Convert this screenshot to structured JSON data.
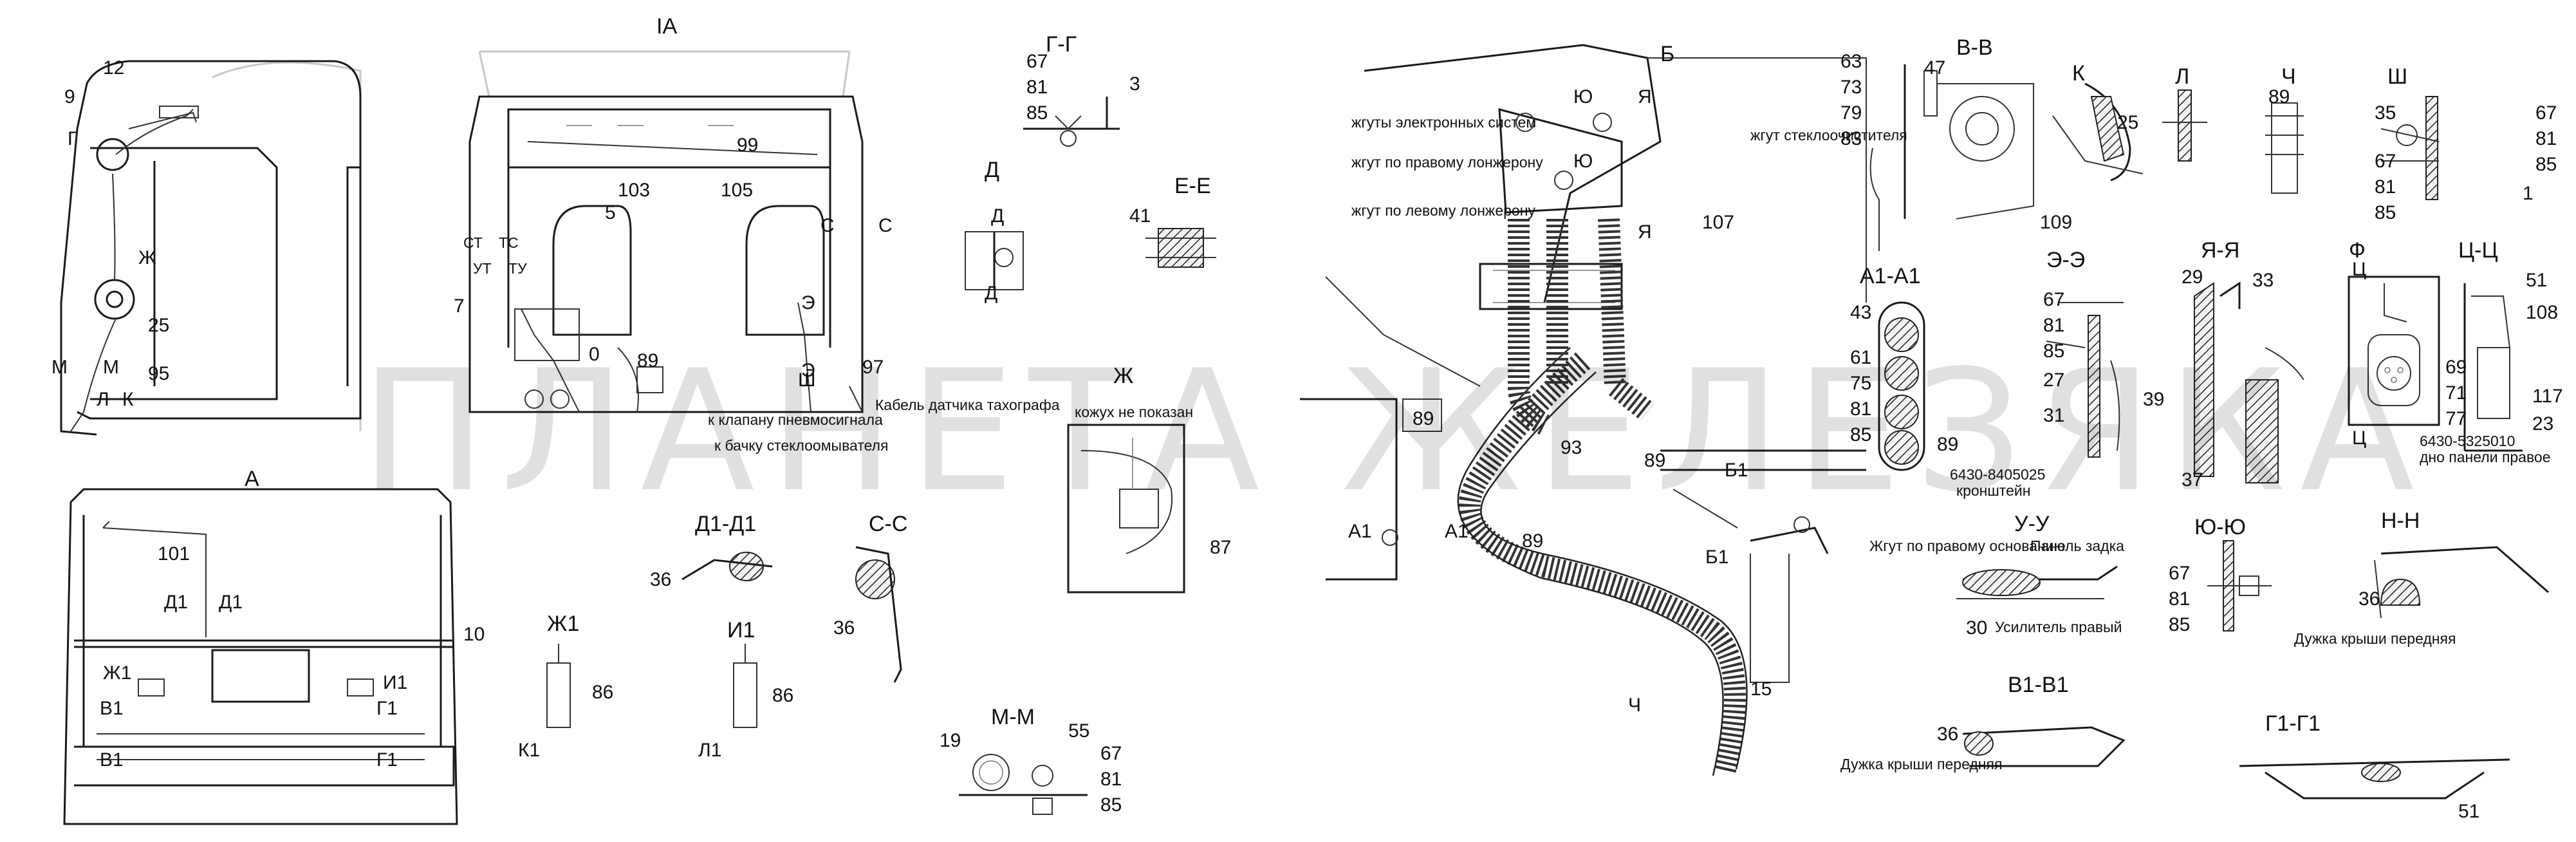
{
  "watermark": "ПЛАНЕТА ЖЕЛЕЗЯКА",
  "sections": {
    "IA": "IA",
    "A": "A",
    "B": "Б",
    "G_G": "Г-Г",
    "D": "Д",
    "E_E": "Е-Е",
    "D1_D1": "Д1-Д1",
    "S_S": "С-С",
    "Zh1": "Ж1",
    "I1": "И1",
    "M_M": "М-М",
    "Zh": "Ж",
    "V_V": "В-В",
    "K": "К",
    "L": "Л",
    "Ch": "Ч",
    "Sh": "Ш",
    "A1_A1": "А1-А1",
    "E2_E2": "Э-Э",
    "Ya_Ya": "Я-Я",
    "F": "Ф",
    "Ts_Ts": "Ц-Ц",
    "U_U": "У-У",
    "Yu_Yu": "Ю-Ю",
    "N_N": "Н-Н",
    "V1_V1": "В1-В1",
    "G1_G1": "Г1-Г1"
  },
  "texts": {
    "harness_electronic": "жгуты электронных систем",
    "harness_right": "жгут по правому лонжерону",
    "harness_left": "жгут по левому лонжерону",
    "harness_wiper": "жгут стеклоочистителя",
    "valve": "к клапану пневмосигнала",
    "tank": "к бачку стеклоомывателя",
    "tacho": "Кабель датчика тахографа",
    "cover": "кожух не показан",
    "bracket_code": "6430-8405025",
    "bracket": "кронштейн",
    "harness_base": "Жгут по правому основанию",
    "rear_panel": "Панель задка",
    "amplifier": "Усилитель правый",
    "roof_arch": "Дужка крыши передняя",
    "roof_arch2": "Дужка крыши передняя",
    "floor_code": "6430-5325010",
    "floor": "дно панели правое"
  },
  "marks": {
    "G": "Г",
    "Zh": "Ж",
    "M": "М",
    "L": "Л",
    "K": "К",
    "ST": "СТ",
    "TS": "ТС",
    "UT": "УТ",
    "TU": "ТУ",
    "CC": "С",
    "Sh": "Ш",
    "E": "Э",
    "Yu": "Ю",
    "Ya": "Я",
    "A1": "А1",
    "B1": "Б1",
    "Ch": "Ч",
    "D1": "Д1",
    "Zh1": "Ж1",
    "I1": "И1",
    "V1": "В1",
    "G1": "Г1",
    "K1": "К1",
    "L1": "Л1",
    "D": "Д",
    "Ts": "Ц"
  },
  "callouts": {
    "n9": "9",
    "n12": "12",
    "n25a": "25",
    "n95": "95",
    "n5": "5",
    "n99": "99",
    "n103": "103",
    "n105": "105",
    "n7": "7",
    "n89a": "89",
    "n97": "97",
    "n0": "0",
    "n101": "101",
    "n10": "10",
    "n36a": "36",
    "n36b": "36",
    "n86a": "86",
    "n86b": "86",
    "n19": "19",
    "n55": "55",
    "n67a": "67",
    "n81a": "81",
    "n85a": "85",
    "n3": "3",
    "n67b": "67",
    "n81b": "81",
    "n85b": "85",
    "n41": "41",
    "n87": "87",
    "n107": "107",
    "n89b": "89",
    "n93": "93",
    "n89c": "89",
    "n89d": "89",
    "n15": "15",
    "n63": "63",
    "n73": "73",
    "n79": "79",
    "n83": "83",
    "n47": "47",
    "n109": "109",
    "n25b": "25",
    "n89e": "89",
    "n35": "35",
    "n67c": "67",
    "n81c": "81",
    "n85c": "85",
    "n67d": "67",
    "n81d": "81",
    "n85d": "85",
    "n1": "1",
    "n43": "43",
    "n61": "61",
    "n75": "75",
    "n81e": "81",
    "n85e": "85",
    "n89f": "89",
    "n67e": "67",
    "n81f": "81",
    "n85f": "85",
    "n27": "27",
    "n31": "31",
    "n39": "39",
    "n29": "29",
    "n33": "33",
    "n37": "37",
    "n51a": "51",
    "n108": "108",
    "n69": "69",
    "n71": "71",
    "n77": "77",
    "n117": "117",
    "n23": "23",
    "n30": "30",
    "n67f": "67",
    "n81g": "81",
    "n85g": "85",
    "n36c": "36",
    "n36d": "36",
    "n51b": "51"
  },
  "colors": {
    "ink": "#1a1a1a",
    "watermark": "#000000"
  }
}
